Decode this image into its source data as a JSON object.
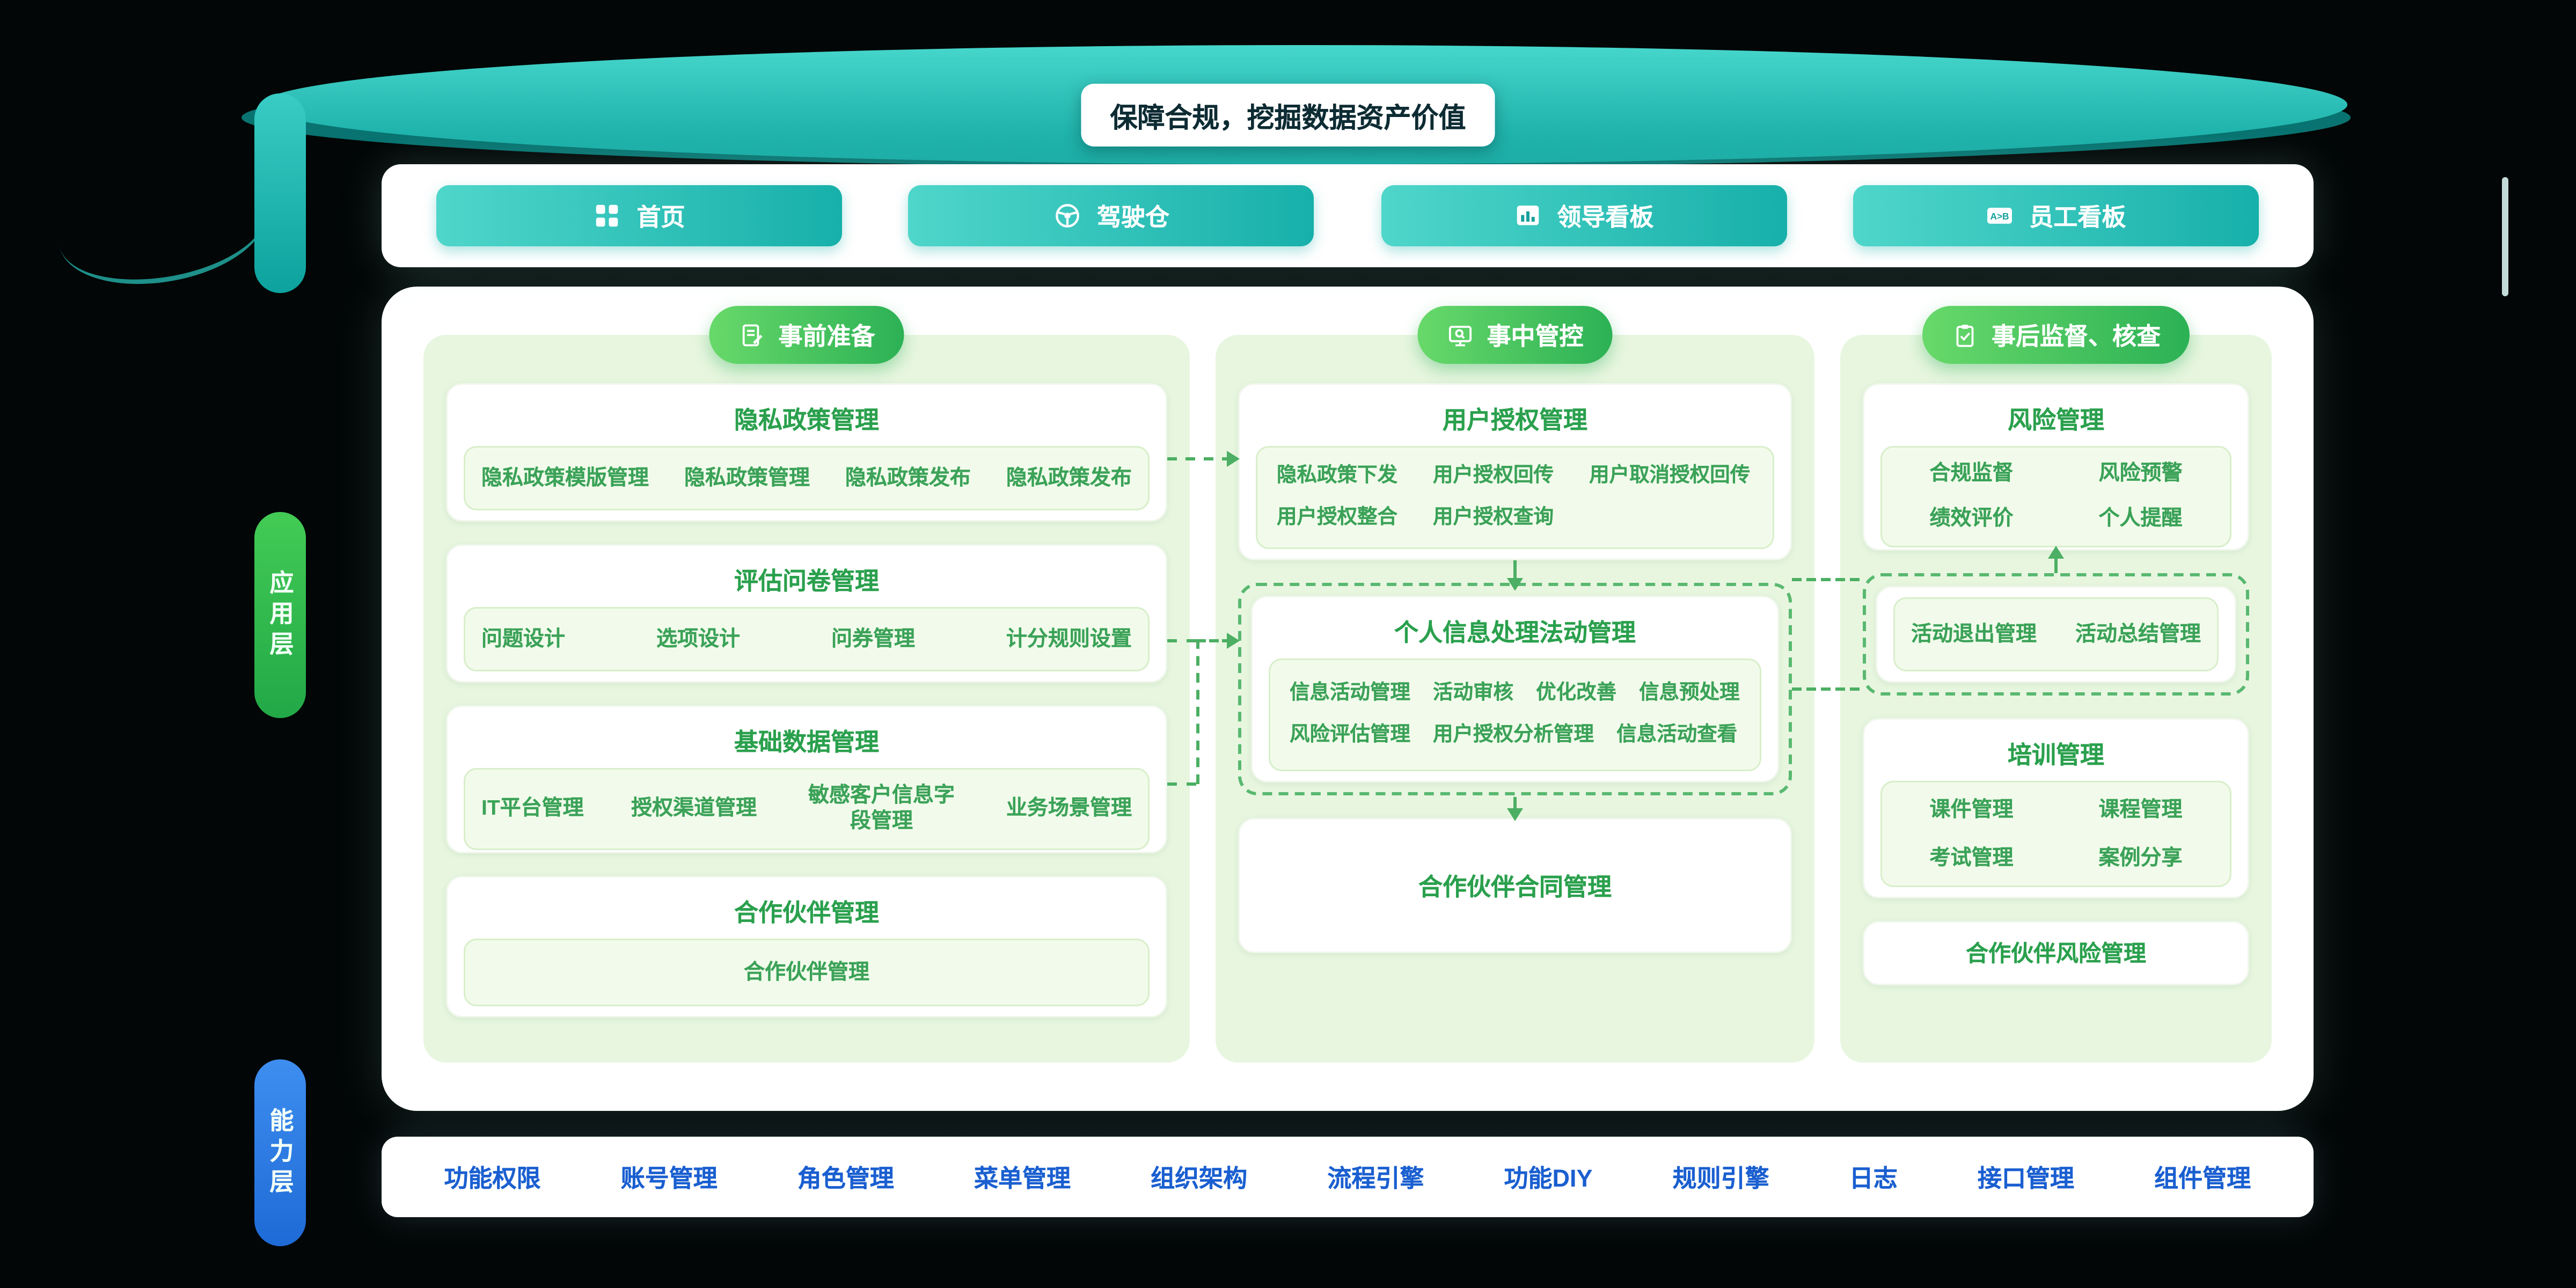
{
  "banner": {
    "title": "保障合规，挖掘数据资产价值"
  },
  "nav": {
    "buttons": [
      {
        "label": "首页",
        "icon": "grid-icon"
      },
      {
        "label": "驾驶仓",
        "icon": "steering-icon"
      },
      {
        "label": "领导看板",
        "icon": "chart-icon"
      },
      {
        "label": "员工看板",
        "icon": "ab-icon"
      }
    ]
  },
  "layers": {
    "app": "应用层",
    "capability": "能力层"
  },
  "columns": [
    {
      "header": "事前准备",
      "icon": "doc-edit-icon",
      "cards": [
        {
          "title": "隐私政策管理",
          "items": [
            "隐私政策模版管理",
            "隐私政策管理",
            "隐私政策发布",
            "隐私政策发布"
          ]
        },
        {
          "title": "评估问卷管理",
          "items": [
            "问题设计",
            "选项设计",
            "问券管理",
            "计分规则设置"
          ]
        },
        {
          "title": "基础数据管理",
          "items": [
            "IT平台管理",
            "授权渠道管理",
            "敏感客户信息字段管理",
            "业务场景管理"
          ]
        },
        {
          "title": "合作伙伴管理",
          "items": [
            "合作伙伴管理"
          ]
        }
      ]
    },
    {
      "header": "事中管控",
      "icon": "monitor-search-icon",
      "cards": [
        {
          "title": "用户授权管理",
          "items": [
            "隐私政策下发",
            "用户授权回传",
            "用户取消授权回传",
            "用户授权整合",
            "用户授权查询"
          ]
        },
        {
          "title": "个人信息处理法动管理",
          "items": [
            "信息活动管理",
            "活动审核",
            "优化改善",
            "信息预处理",
            "风险评估管理",
            "用户授权分析管理",
            "信息活动查看"
          ]
        },
        {
          "title": "合作伙伴合同管理",
          "items": []
        }
      ]
    },
    {
      "header": "事后监督、核查",
      "icon": "clipboard-check-icon",
      "cards": [
        {
          "title": "风险管理",
          "items": [
            "合规监督",
            "风险预警",
            "绩效评价",
            "个人提醒"
          ]
        },
        {
          "title": "",
          "items": [
            "活动退出管理",
            "活动总结管理"
          ]
        },
        {
          "title": "培训管理",
          "items": [
            "课件管理",
            "课程管理",
            "考试管理",
            "案例分享"
          ]
        },
        {
          "title": "合作伙伴风险管理",
          "items": []
        }
      ]
    }
  ],
  "footer": {
    "items": [
      "功能权限",
      "账号管理",
      "角色管理",
      "菜单管理",
      "组织架构",
      "流程引擎",
      "功能DIY",
      "规则引擎",
      "日志",
      "接口管理",
      "组件管理"
    ]
  },
  "colors": {
    "teal": "#17b0aa",
    "green": "#2cb155",
    "column_bg": "#e8f6e0",
    "link_blue": "#1a5fd0",
    "dashed_green": "#4caf63"
  }
}
